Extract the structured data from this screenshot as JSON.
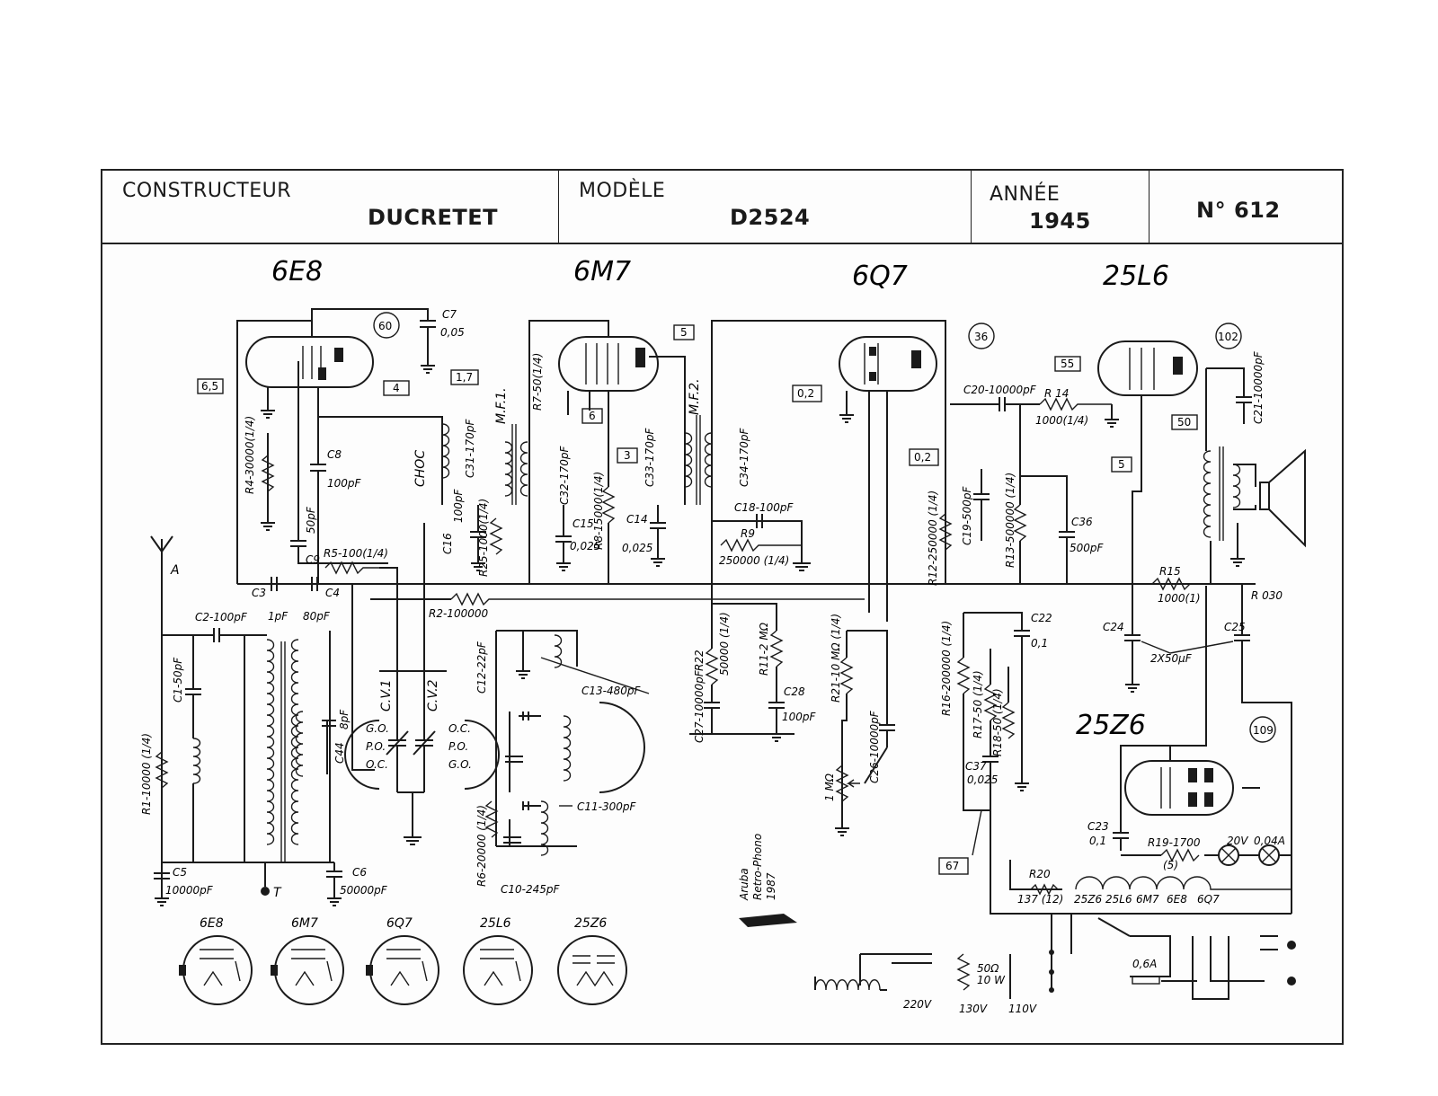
{
  "header": {
    "constructeur_label": "CONSTRUCTEUR",
    "constructeur_value": "DUCRETET",
    "modele_label": "MODÈLE",
    "modele_value": "D2524",
    "annee_label": "ANNÉE",
    "annee_value": "1945",
    "numero": "N° 612"
  },
  "tubes": [
    {
      "label": "6E8",
      "marker": "60"
    },
    {
      "label": "6M7",
      "marker": "5"
    },
    {
      "label": "6Q7",
      "marker": "36"
    },
    {
      "label": "25L6",
      "marker": "102"
    }
  ],
  "rectifier": {
    "label": "25Z6",
    "marker": "109"
  },
  "voltage_boxes": [
    "6,5",
    "1,7",
    "4",
    "6",
    "3",
    "0,2",
    "0,2",
    "55",
    "5",
    "50",
    "67"
  ],
  "components": {
    "c7": "C7",
    "c7v": "0,05",
    "mf1": "M.F.1.",
    "mf2": "M.F.2.",
    "choc": "CHOC",
    "c20": "C20-10000pF",
    "r14": "R 14",
    "r14v": "1000(1/4)",
    "c21": "C21-10000pF",
    "r4": "R4-30000(1/4)",
    "c8": "C8",
    "c8v": "100pF",
    "c9": "C9",
    "c9v": "50pF",
    "c31": "C31-170pF",
    "r7": "R7-50(1/4)",
    "c32": "C32-170pF",
    "r8": "R8-15000(1/4)",
    "c15": "C15",
    "c15v": "0,025",
    "c16": "C16",
    "c16v": "100pF",
    "r25": "R25-1000(1/4)",
    "c33": "C33-170pF",
    "c34": "C34-170pF",
    "c14": "C14",
    "c14v": "0,025",
    "c18": "C18-100pF",
    "r9": "R9",
    "r9v": "250000 (1/4)",
    "r12": "R12-250000 (1/4)",
    "c19": "C19-500pF",
    "r13": "R13-500000 (1/4)",
    "c36": "C36",
    "c36v": "500pF",
    "r5": "R5-100(1/4)",
    "r2": "R2-100000",
    "c3": "C3",
    "c3v": "1pF",
    "c4": "C4",
    "c4v": "80pF",
    "c2": "C2-100pF",
    "c1": "C1-50pF",
    "r1": "R1-10000 (1/4)",
    "c44": "C44",
    "c44v": "8pF",
    "cv1": "C.V.1",
    "cv2": "C.V.2",
    "go": "G.O.",
    "po": "P.O.",
    "oc": "O.C.",
    "c12": "C12-22pF",
    "c13": "C13-480pF",
    "c11": "C11-300pF",
    "r6": "R6-20000 (1/4)",
    "c10": "C10-245pF",
    "c5": "C5",
    "c5v": "10000pF",
    "c6": "C6",
    "c6v": "50000pF",
    "antenna": "A",
    "earth": "T",
    "r22": "R22",
    "r22v": "50000 (1/4)",
    "r11": "R11-2 MΩ",
    "c28": "C28",
    "c28v": "100pF",
    "c27": "C27-10000pF",
    "r21": "R21-10 MΩ (1/4)",
    "c26": "C26-10000pF",
    "pot": "1 MΩ",
    "r15": "R15",
    "r15v": "1000(1)",
    "c24": "C24",
    "c25": "C25",
    "c2425v": "2X50µF",
    "r030": "R 030",
    "r16": "R16-200000 (1/4)",
    "r17": "R17-50 (1/4)",
    "r18": "R18-50 (1/4)",
    "c22": "C22",
    "c22v": "0,1",
    "c37": "C37",
    "c37v": "0,025",
    "c23": "C23",
    "c23v": "0,1",
    "r19": "R19-1700",
    "r19v": "(5)",
    "lamp1": "20V",
    "lamp2": "0,04A",
    "r20": "R20",
    "r20v": "137 (12)",
    "fuse": "0,6A",
    "v220": "220V",
    "v130": "130V",
    "v110": "110V",
    "res_mains": "50Ω",
    "res_mains_w": "10 W"
  },
  "heaters": [
    "25Z6",
    "25L6",
    "6M7",
    "6E8",
    "6Q7"
  ],
  "socket_labels": [
    "6E8",
    "6M7",
    "6Q7",
    "25L6",
    "25Z6"
  ],
  "stamp": [
    "Aruba",
    "Retro-Phono",
    "1987"
  ]
}
